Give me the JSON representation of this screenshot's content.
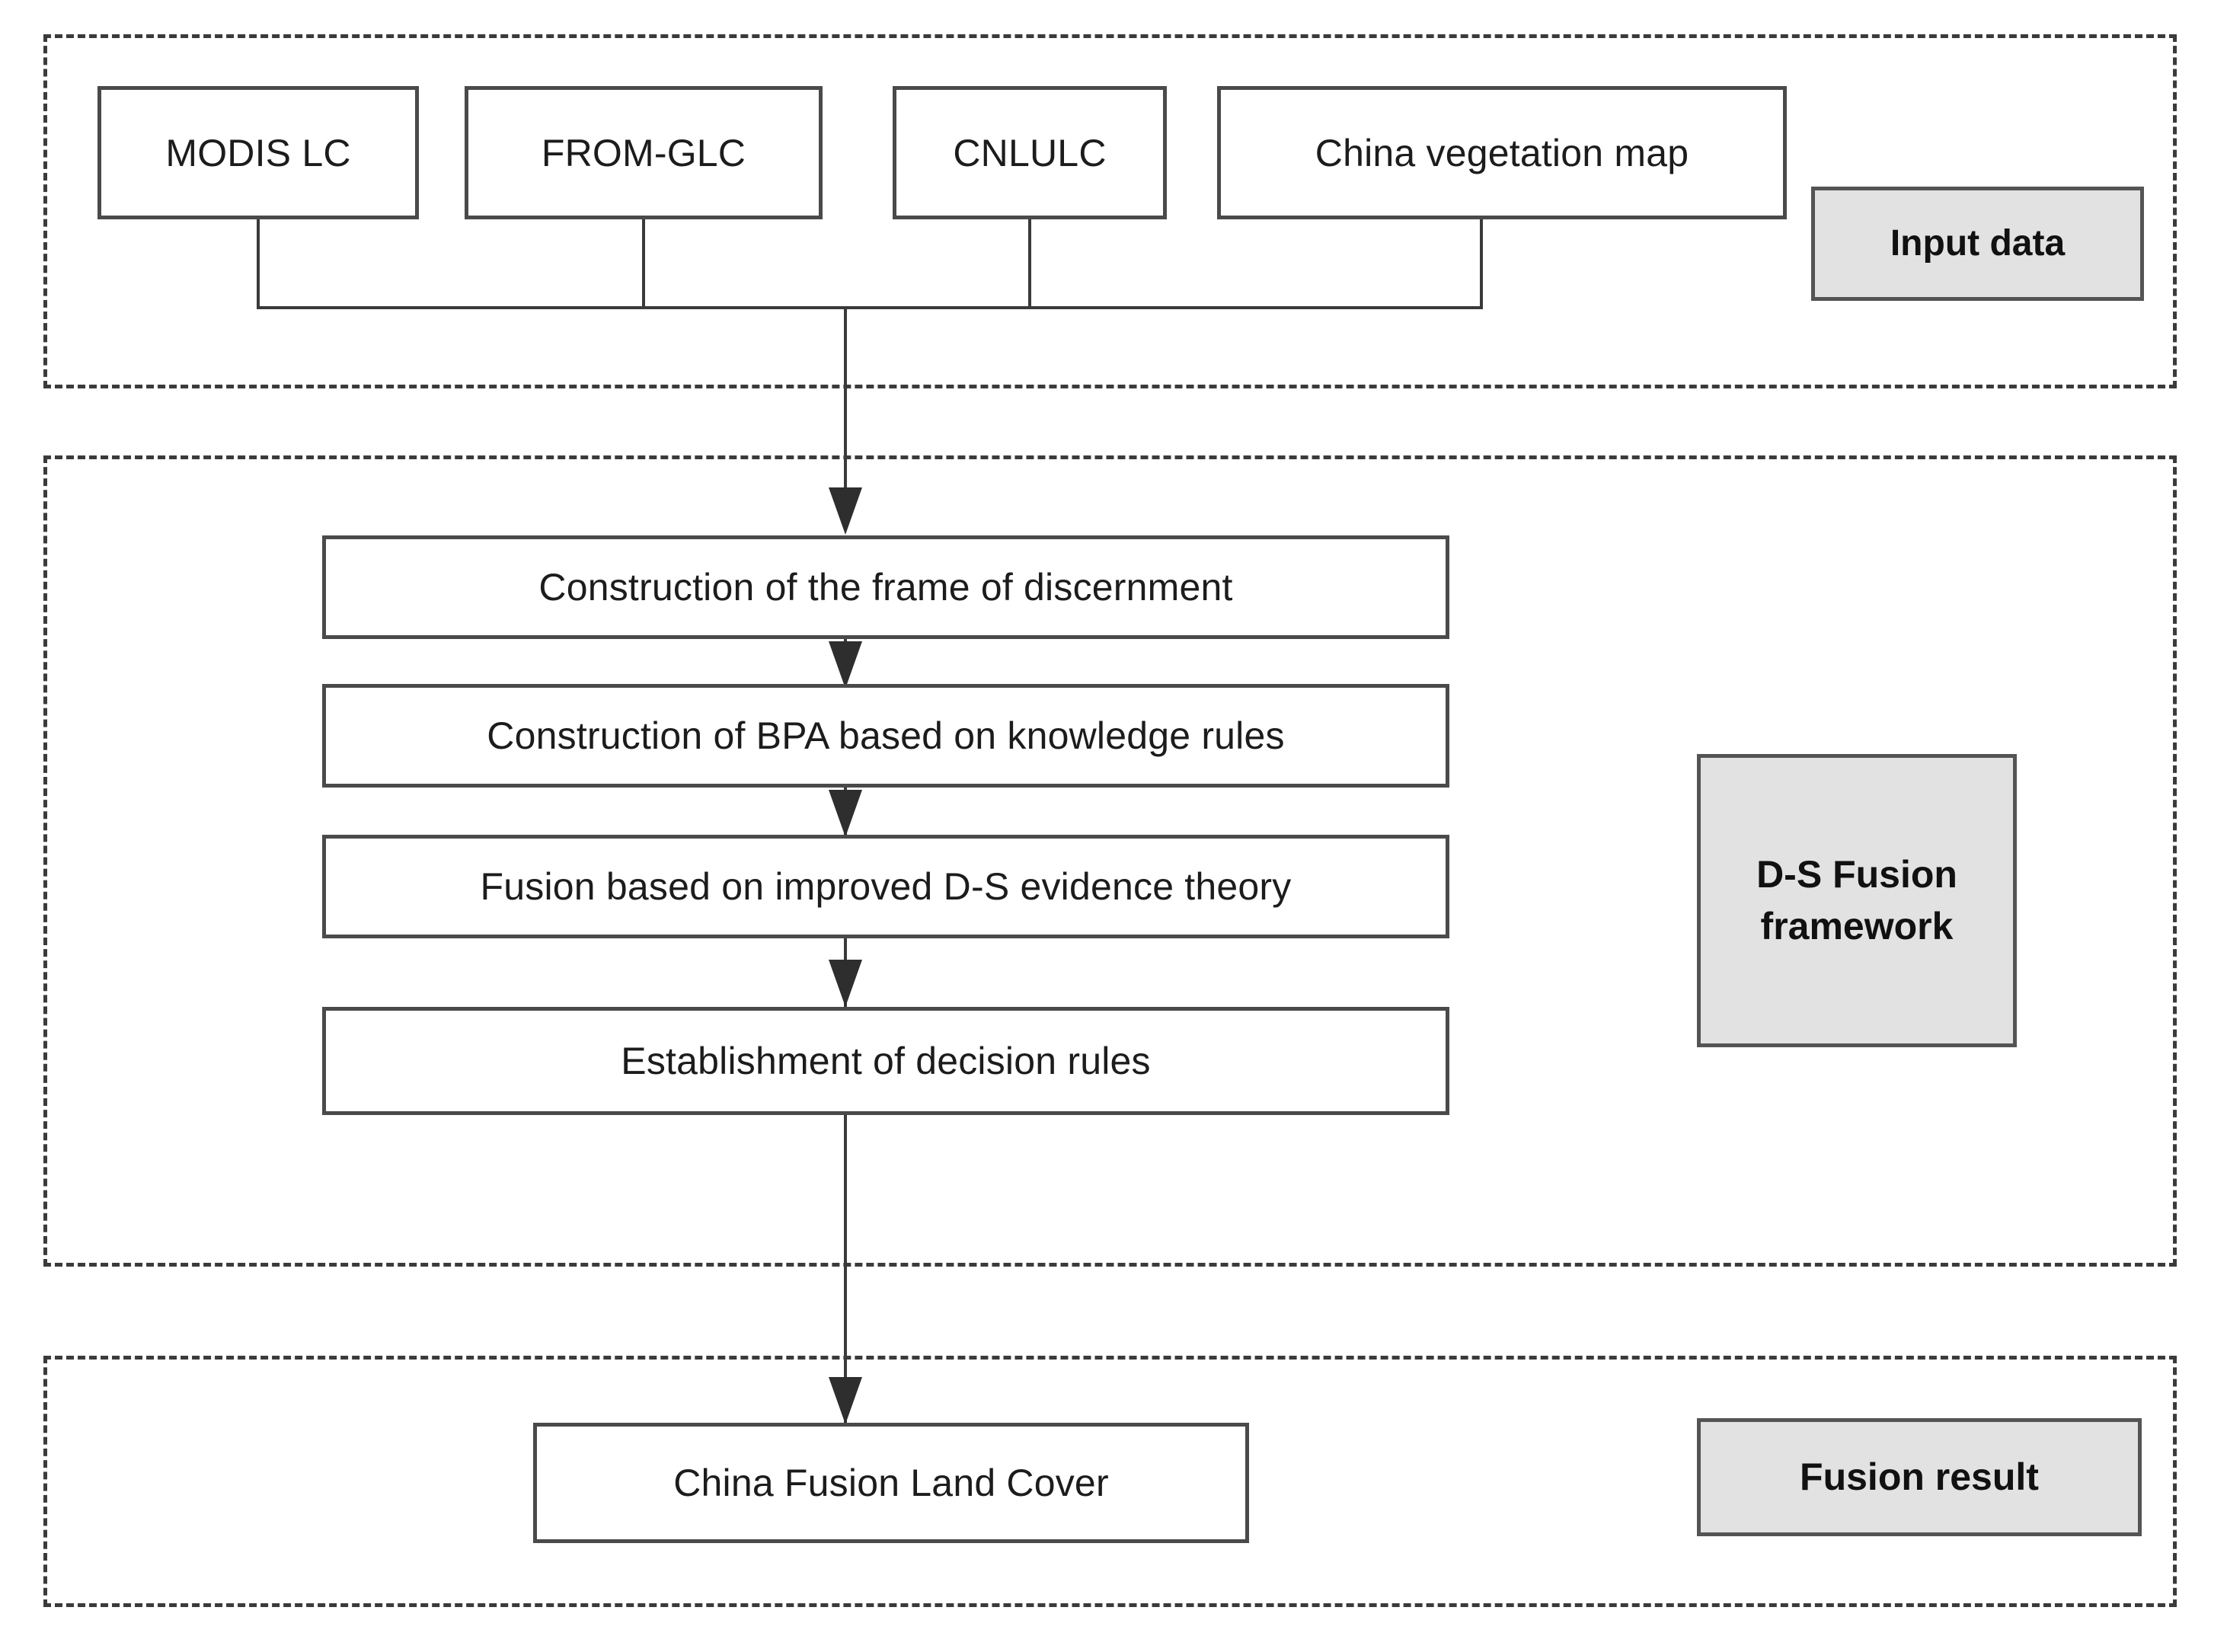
{
  "diagram": {
    "title": "D-S fusion framework flowchart",
    "colors": {
      "line": "#3a3a3a",
      "box_border": "#4a4a4a",
      "tag_fill": "#e2e2e2",
      "tag_border": "#545454",
      "background": "#ffffff"
    }
  },
  "sections": [
    {
      "id": "input",
      "tag_label": "Input data"
    },
    {
      "id": "fusion",
      "tag_label": "D-S Fusion\nframework",
      "tag_line1": "D-S Fusion",
      "tag_line2": "framework"
    },
    {
      "id": "result",
      "tag_label": "Fusion result"
    }
  ],
  "input_sources": [
    {
      "label": "MODIS LC"
    },
    {
      "label": "FROM-GLC"
    },
    {
      "label": "CNLULC"
    },
    {
      "label": "China vegetation map"
    }
  ],
  "process_steps": [
    {
      "label": "Construction of the frame of discernment"
    },
    {
      "label": "Construction of BPA based on knowledge rules"
    },
    {
      "label": "Fusion based on improved D-S evidence theory"
    },
    {
      "label": "Establishment of decision rules"
    }
  ],
  "output": {
    "label": "China Fusion Land Cover"
  }
}
